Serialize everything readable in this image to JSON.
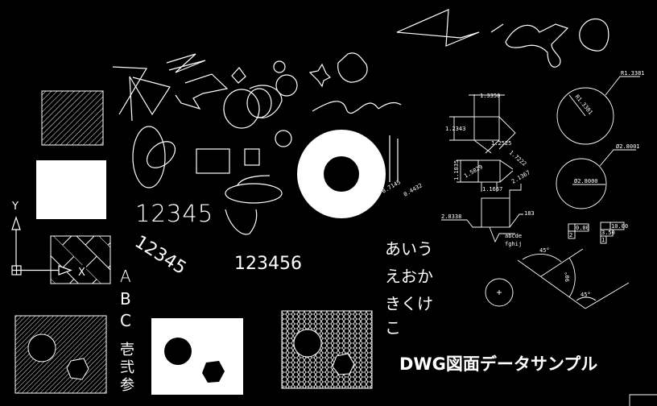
{
  "drawing": {
    "background": "#000000",
    "foreground": "#ffffff",
    "title": "DWG図面データサンプル",
    "ucs": {
      "x_label": "X",
      "y_label": "Y"
    },
    "texts": {
      "numbers_horizontal": "12345",
      "numbers_rotated": "12345",
      "numbers_six": "123456",
      "letters": [
        "A",
        "B",
        "C"
      ],
      "kanji": [
        "壱",
        "弐",
        "参"
      ],
      "kana_lines": [
        "あいう",
        "えおか",
        "きくけ",
        "こ"
      ]
    },
    "dimensions": {
      "top_width": "1.3350",
      "left_height": "1.2343",
      "diag_upper": "1.2525",
      "diag_lower": "1.7222",
      "mid_height": "1.1835",
      "mid_diag": "1.5029",
      "mid_width": "1.1667",
      "leader_top": "2.1367",
      "leader_left": "2.8338",
      "leader_right": "183",
      "surface_text_1": "abcde",
      "surface_text_2": "fghij",
      "vertical_1": "0.7145",
      "vertical_2": "0.4432",
      "radius_leader": "R1.3381",
      "radius_inner": "R1.3381",
      "diameter_leader": "Ø2.8001",
      "diameter_inner": "Ø2.8000",
      "angle_1": "45°",
      "angle_2": "90°",
      "angle_3": "45°"
    },
    "tolerance_frames": {
      "frame_a": [
        "0.00",
        "2"
      ],
      "frame_b": [
        "10.00",
        "3.50",
        "1"
      ]
    }
  }
}
